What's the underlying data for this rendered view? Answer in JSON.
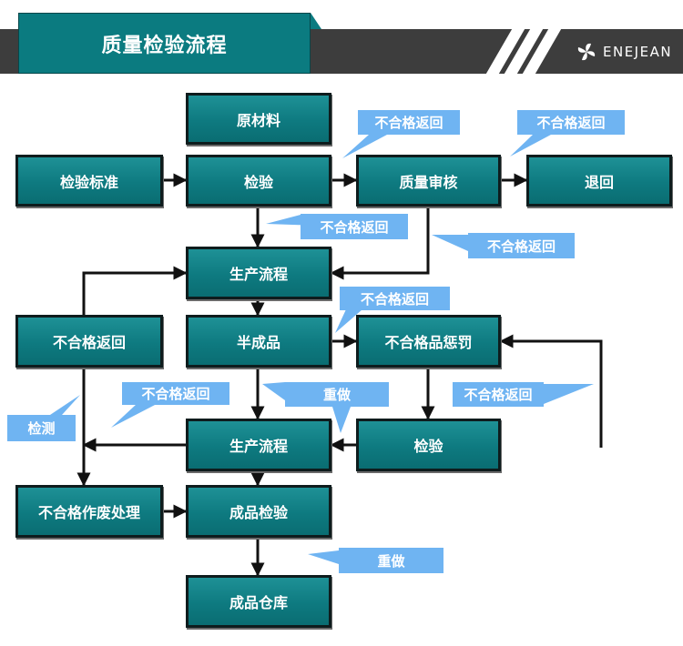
{
  "header": {
    "title": "质量检验流程",
    "brand": "ENEJEAN"
  },
  "nodes": {
    "raw_material": "原材料",
    "inspection_standard": "检验标准",
    "inspection_1": "检验",
    "quality_review": "质量审核",
    "return_goods": "退回",
    "production_1": "生产流程",
    "reject_return": "不合格返回",
    "semi_finished": "半成品",
    "reject_penalty": "不合格品惩罚",
    "production_2": "生产流程",
    "inspection_2": "检验",
    "scrap_handling": "不合格作废处理",
    "finished_inspection": "成品检验",
    "finished_storage": "成品仓库"
  },
  "callouts": {
    "reject_review": "不合格返回",
    "reject_return_goods": "不合格返回",
    "reject_inspection": "不合格返回",
    "reject_review_down": "不合格返回",
    "reject_semi": "不合格返回",
    "reject_left": "不合格返回",
    "rework_1": "重做",
    "reject_inspection_2": "不合格返回",
    "detect": "检测",
    "rework_2": "重做"
  },
  "colors": {
    "node_teal": "#0e7a80",
    "callout_blue": "#6fb4f2",
    "header_dark": "#3d3d3d"
  }
}
